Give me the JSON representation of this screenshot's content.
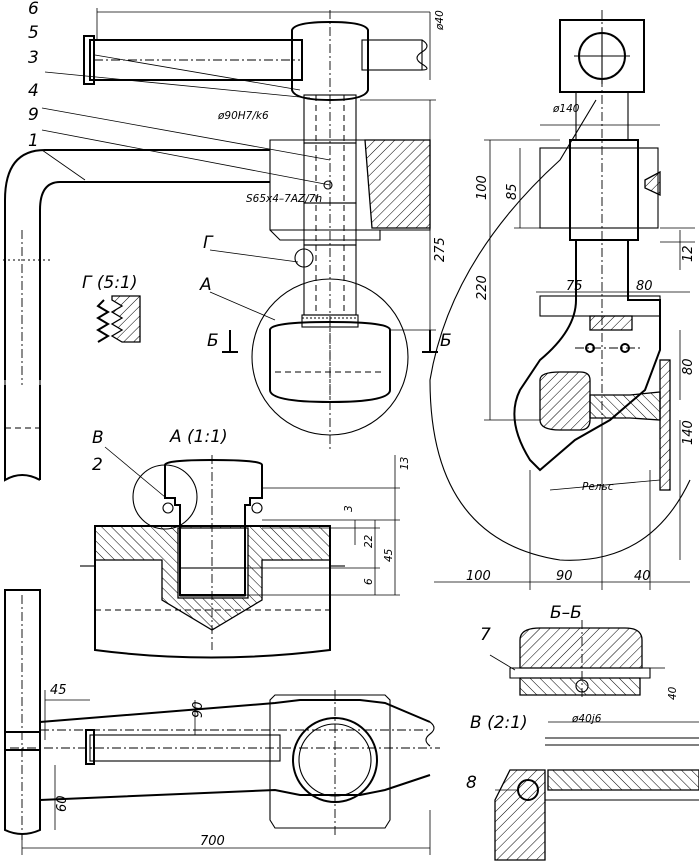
{
  "drawing": {
    "part_labels": [
      "6",
      "5",
      "3",
      "4",
      "9",
      "1",
      "2",
      "7",
      "8"
    ],
    "view_labels": {
      "g": "Г",
      "g_scale": "Г (5:1)",
      "a": "А",
      "a_scale": "А (1:1)",
      "b_marker": "Б",
      "b_section": "Б–Б",
      "v": "В",
      "v_scale": "В (2:1)"
    },
    "annotations": {
      "fit": "ø90H7/k6",
      "thread": "S65x4–7AZ/7h",
      "rail": "Рельс",
      "d40": "ø40",
      "d140": "ø140",
      "d40j6": "ø40j6"
    },
    "dimensions": {
      "d275": "275",
      "d100": "100",
      "d85": "85",
      "d12": "12",
      "d220": "220",
      "d75": "75",
      "d80a": "80",
      "d80b": "80",
      "d140": "140",
      "d90b": "90",
      "d40b": "40",
      "d13": "13",
      "d3": "3",
      "d22": "22",
      "d45": "45",
      "d6": "6",
      "d40c": "40",
      "d45b": "45",
      "d90": "90",
      "d60": "60",
      "d700": "700"
    }
  }
}
